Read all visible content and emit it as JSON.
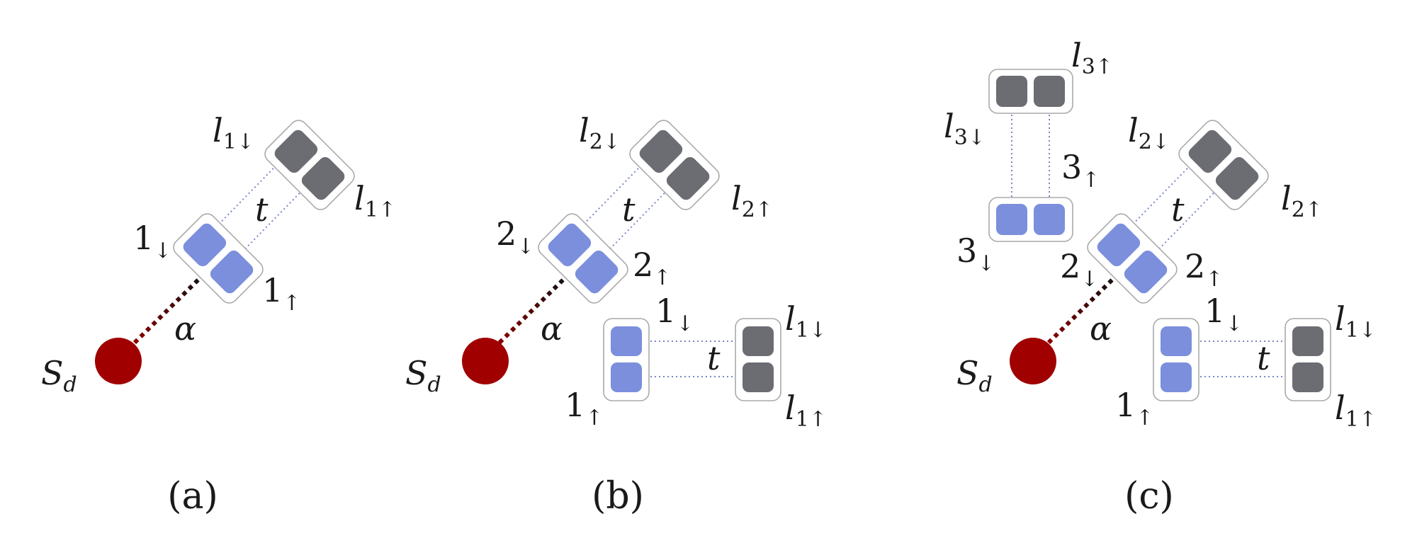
{
  "colors": {
    "impurity": "#a00000",
    "site_bath": "#7b8fdc",
    "site_lead": "#6b6d73",
    "box_border": "#aaaaaa",
    "hopping_line": "#7a86c8",
    "coupling_dark": "#1a1a1a",
    "coupling_red": "#8b0000"
  },
  "panels": {
    "a": {
      "caption": "(a)",
      "impurity": {
        "base": "S",
        "sub": "d"
      },
      "coupling": "α",
      "hopping": "t",
      "site_dn": {
        "base": "1",
        "arrow": "↓"
      },
      "site_up": {
        "base": "1",
        "arrow": "↑"
      },
      "lead_dn": {
        "base": "l",
        "sub": "1",
        "arrow": "↓"
      },
      "lead_up": {
        "base": "l",
        "sub": "1",
        "arrow": "↑"
      }
    },
    "b": {
      "caption": "(b)",
      "impurity": {
        "base": "S",
        "sub": "d"
      },
      "coupling": "α",
      "hopping_1": "t",
      "hopping_2": "t",
      "site2_dn": {
        "base": "2",
        "arrow": "↓"
      },
      "site2_up": {
        "base": "2",
        "arrow": "↑"
      },
      "lead2_dn": {
        "base": "l",
        "sub": "2",
        "arrow": "↓"
      },
      "lead2_up": {
        "base": "l",
        "sub": "2",
        "arrow": "↑"
      },
      "site1_dn": {
        "base": "1",
        "arrow": "↓"
      },
      "site1_up": {
        "base": "1",
        "arrow": "↑"
      },
      "lead1_dn": {
        "base": "l",
        "sub": "1",
        "arrow": "↓"
      },
      "lead1_up": {
        "base": "l",
        "sub": "1",
        "arrow": "↑"
      }
    },
    "c": {
      "caption": "(c)",
      "impurity": {
        "base": "S",
        "sub": "d"
      },
      "coupling": "α",
      "hopping_1": "t",
      "hopping_2": "t",
      "site3_dn": {
        "base": "3",
        "arrow": "↓"
      },
      "site3_up": {
        "base": "3",
        "arrow": "↑"
      },
      "lead3_dn": {
        "base": "l",
        "sub": "3",
        "arrow": "↓"
      },
      "lead3_up": {
        "base": "l",
        "sub": "3",
        "arrow": "↑"
      },
      "site2_dn": {
        "base": "2",
        "arrow": "↓"
      },
      "site2_up": {
        "base": "2",
        "arrow": "↑"
      },
      "lead2_dn": {
        "base": "l",
        "sub": "2",
        "arrow": "↓"
      },
      "lead2_up": {
        "base": "l",
        "sub": "2",
        "arrow": "↑"
      },
      "site1_dn": {
        "base": "1",
        "arrow": "↓"
      },
      "site1_up": {
        "base": "1",
        "arrow": "↑"
      },
      "lead1_dn": {
        "base": "l",
        "sub": "1",
        "arrow": "↓"
      },
      "lead1_up": {
        "base": "l",
        "sub": "1",
        "arrow": "↑"
      }
    }
  }
}
